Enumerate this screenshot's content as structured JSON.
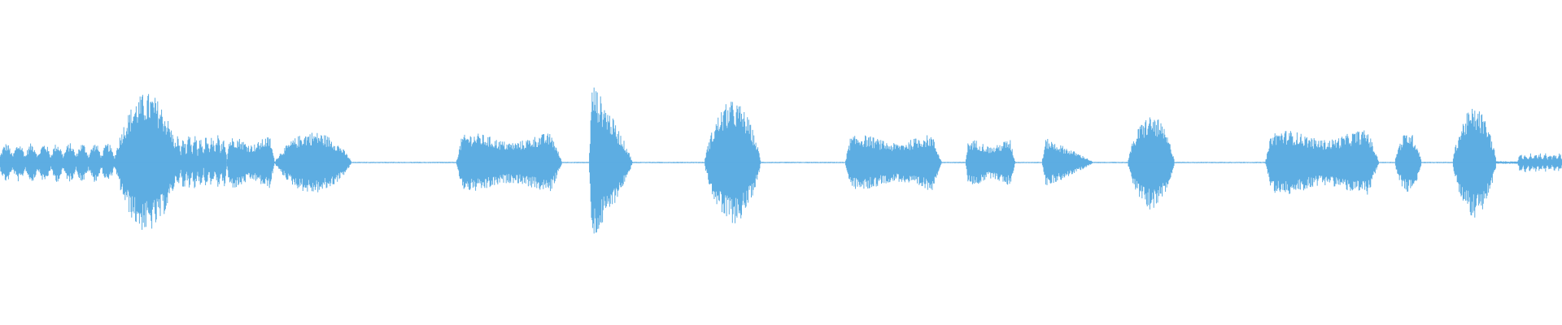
{
  "waveform": {
    "color": "#5dade2",
    "segments": [
      {
        "shape": "pulses",
        "start": 0.0,
        "end": 0.073,
        "amplitude": 0.12
      },
      {
        "shape": "hump",
        "start": 0.073,
        "end": 0.115,
        "amplitude": 0.43
      },
      {
        "shape": "pulses",
        "start": 0.112,
        "end": 0.145,
        "amplitude": 0.17
      },
      {
        "shape": "flat",
        "start": 0.145,
        "end": 0.176,
        "amplitude": 0.16
      },
      {
        "shape": "hump",
        "start": 0.176,
        "end": 0.225,
        "amplitude": 0.19
      },
      {
        "shape": "noise",
        "start": 0.225,
        "end": 0.292,
        "amplitude": 0.004
      },
      {
        "shape": "flat",
        "start": 0.292,
        "end": 0.36,
        "amplitude": 0.18
      },
      {
        "shape": "noise",
        "start": 0.36,
        "end": 0.377,
        "amplitude": 0.004
      },
      {
        "shape": "decay",
        "start": 0.377,
        "end": 0.405,
        "amplitude": 0.5
      },
      {
        "shape": "noise",
        "start": 0.405,
        "end": 0.451,
        "amplitude": 0.004
      },
      {
        "shape": "hump",
        "start": 0.451,
        "end": 0.487,
        "amplitude": 0.38
      },
      {
        "shape": "noise",
        "start": 0.487,
        "end": 0.541,
        "amplitude": 0.004
      },
      {
        "shape": "flat",
        "start": 0.541,
        "end": 0.603,
        "amplitude": 0.17
      },
      {
        "shape": "noise",
        "start": 0.603,
        "end": 0.618,
        "amplitude": 0.004
      },
      {
        "shape": "flat",
        "start": 0.618,
        "end": 0.65,
        "amplitude": 0.14
      },
      {
        "shape": "noise",
        "start": 0.65,
        "end": 0.667,
        "amplitude": 0.004
      },
      {
        "shape": "decay",
        "start": 0.667,
        "end": 0.7,
        "amplitude": 0.15
      },
      {
        "shape": "noise",
        "start": 0.7,
        "end": 0.722,
        "amplitude": 0.004
      },
      {
        "shape": "hump",
        "start": 0.722,
        "end": 0.752,
        "amplitude": 0.29
      },
      {
        "shape": "noise",
        "start": 0.752,
        "end": 0.81,
        "amplitude": 0.004
      },
      {
        "shape": "flat",
        "start": 0.81,
        "end": 0.883,
        "amplitude": 0.2
      },
      {
        "shape": "noise",
        "start": 0.883,
        "end": 0.893,
        "amplitude": 0.004
      },
      {
        "shape": "hump",
        "start": 0.893,
        "end": 0.91,
        "amplitude": 0.19
      },
      {
        "shape": "noise",
        "start": 0.91,
        "end": 0.93,
        "amplitude": 0.004
      },
      {
        "shape": "hump",
        "start": 0.93,
        "end": 0.958,
        "amplitude": 0.34
      },
      {
        "shape": "noise",
        "start": 0.958,
        "end": 0.972,
        "amplitude": 0.008
      },
      {
        "shape": "pulses",
        "start": 0.972,
        "end": 1.0,
        "amplitude": 0.06
      }
    ]
  }
}
